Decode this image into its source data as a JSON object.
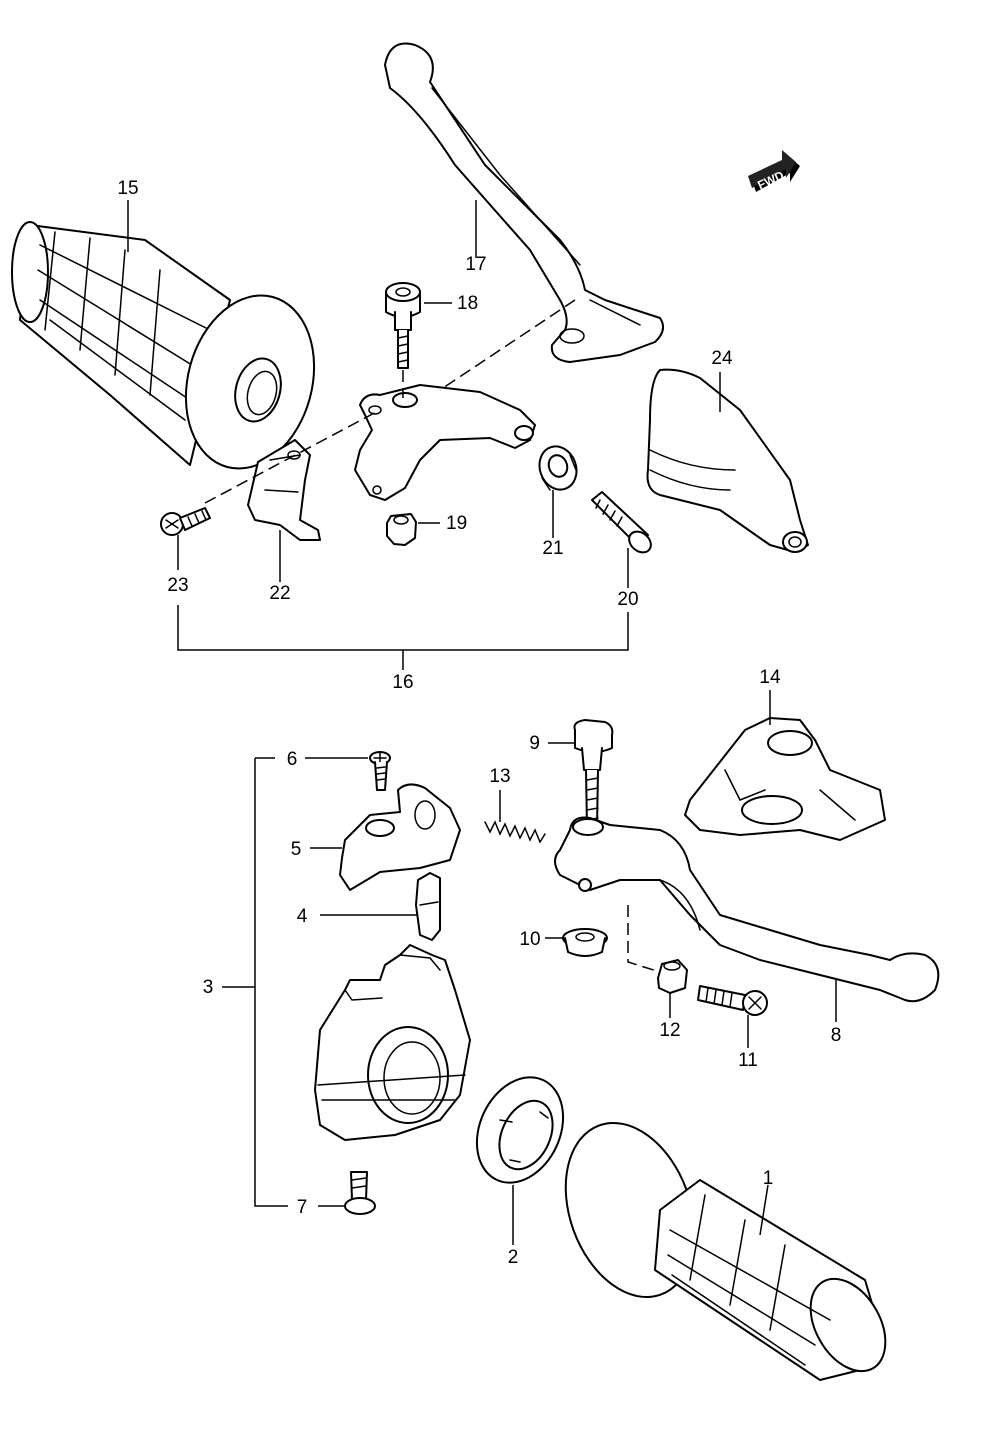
{
  "diagram": {
    "fwd_label": "FWD",
    "callouts": {
      "c1": "1",
      "c2": "2",
      "c3": "3",
      "c4": "4",
      "c5": "5",
      "c6": "6",
      "c7": "7",
      "c8": "8",
      "c9": "9",
      "c10": "10",
      "c11": "11",
      "c12": "12",
      "c13": "13",
      "c14": "14",
      "c15": "15",
      "c16": "16",
      "c17": "17",
      "c18": "18",
      "c19": "19",
      "c20": "20",
      "c21": "21",
      "c22": "22",
      "c23": "23",
      "c24": "24"
    },
    "colors": {
      "line": "#000000",
      "background": "#ffffff"
    }
  }
}
